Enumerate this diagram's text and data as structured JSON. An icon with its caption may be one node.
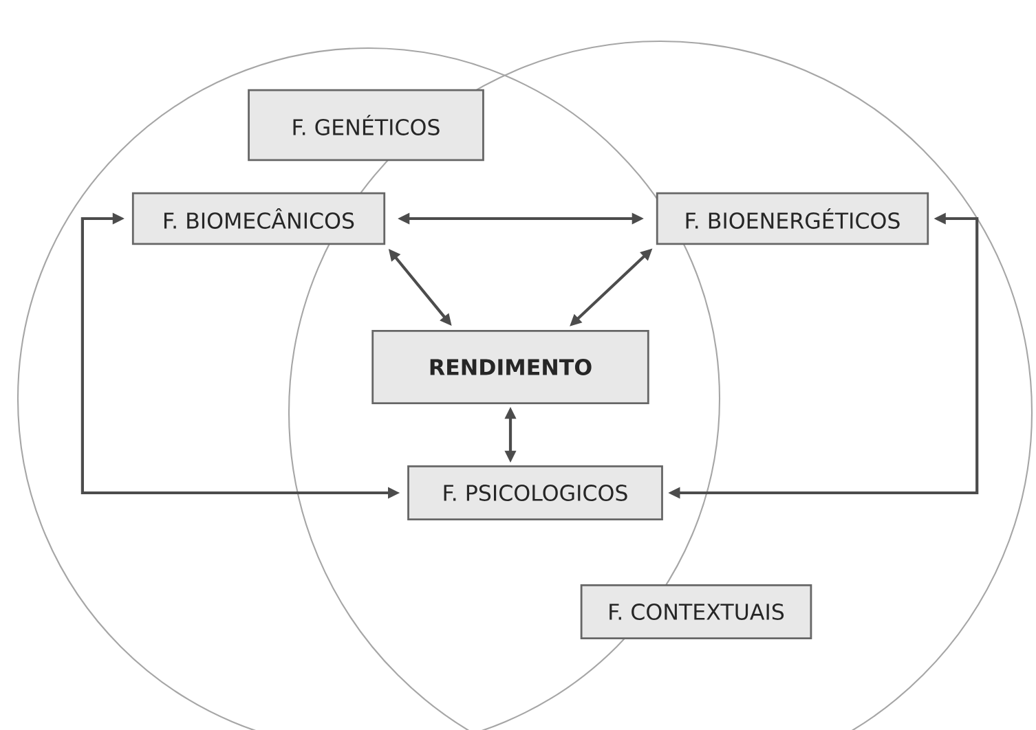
{
  "diagram": {
    "nodes": [
      {
        "text": [
          "F. GENÉTICOS"
        ]
      },
      {
        "text": [
          "F. BIOMECÂNICOS"
        ]
      },
      {
        "text": [
          "F. BIOENERGÉTICOS"
        ]
      },
      {
        "text": [
          "RENDIMENTO"
        ]
      },
      {
        "text": [
          "F. PSICOLOGICOS"
        ]
      },
      {
        "text": [
          "F. CONTEXTUAIS"
        ]
      }
    ],
    "edges": [
      {
        "from": 1,
        "to": 2,
        "arrow": "both"
      },
      {
        "from": 1,
        "to": 3,
        "arrow": "both"
      },
      {
        "from": 2,
        "to": 3,
        "arrow": "both"
      },
      {
        "from": 3,
        "to": 4,
        "arrow": "both"
      },
      {
        "from": 1,
        "to": 4,
        "arrow": "both"
      },
      {
        "from": 2,
        "to": 4,
        "arrow": "both"
      }
    ]
  }
}
